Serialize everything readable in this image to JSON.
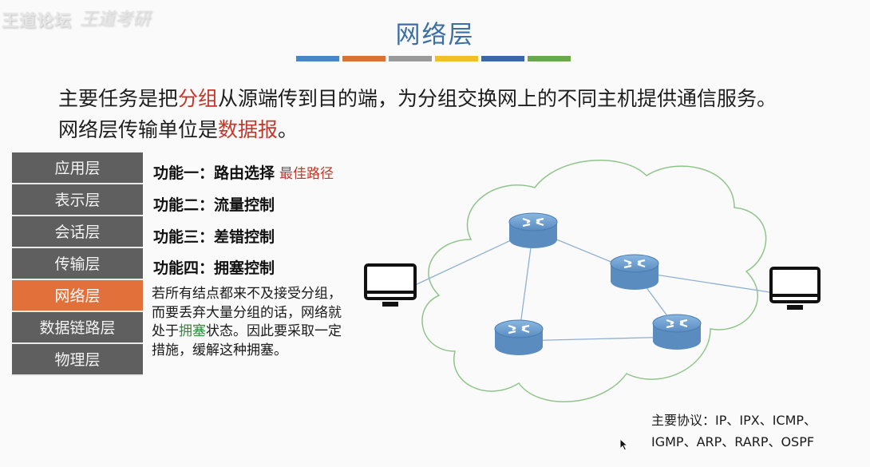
{
  "watermark": {
    "site": "王道论坛",
    "signature": "王道考研"
  },
  "title": "网络层",
  "color_bar": [
    "#4a86c5",
    "#dc7136",
    "#9a9a9a",
    "#f0c02b",
    "#3f64a8",
    "#6aa84f"
  ],
  "intro": {
    "line1_a": "主要任务是把",
    "line1_red": "分组",
    "line1_b": "从源端传到目的端，为分组交换网上的不同主机提供通信服务。",
    "line2_a": "网络层传输单位是",
    "line2_red": "数据报",
    "line2_b": "。"
  },
  "layers": [
    "应用层",
    "表示层",
    "会话层",
    "传输层",
    "网络层",
    "数据链路层",
    "物理层"
  ],
  "active_layer": "网络层",
  "functions": [
    {
      "label": "功能一：路由选择",
      "note": "最佳路径"
    },
    {
      "label": "功能二：流量控制",
      "note": ""
    },
    {
      "label": "功能三：差错控制",
      "note": ""
    },
    {
      "label": "功能四：拥塞控制",
      "note": ""
    }
  ],
  "congestion": {
    "text_a": "若所有结点都来不及接受分组，而要丢弃大量分组的话，网络就处于",
    "highlight": "拥塞",
    "text_b": "状态。因此要采取一定措施，缓解这种拥塞。"
  },
  "diagram": {
    "router_color": "#6f9fd0",
    "line_color": "#8fb0d2",
    "cloud_color": "#8fc58a",
    "icons": [
      "computer-icon",
      "router-icon"
    ]
  },
  "protocols": {
    "line1": "主要协议：IP、IPX、ICMP、",
    "line2": "IGMP、ARP、RARP、OSPF"
  }
}
